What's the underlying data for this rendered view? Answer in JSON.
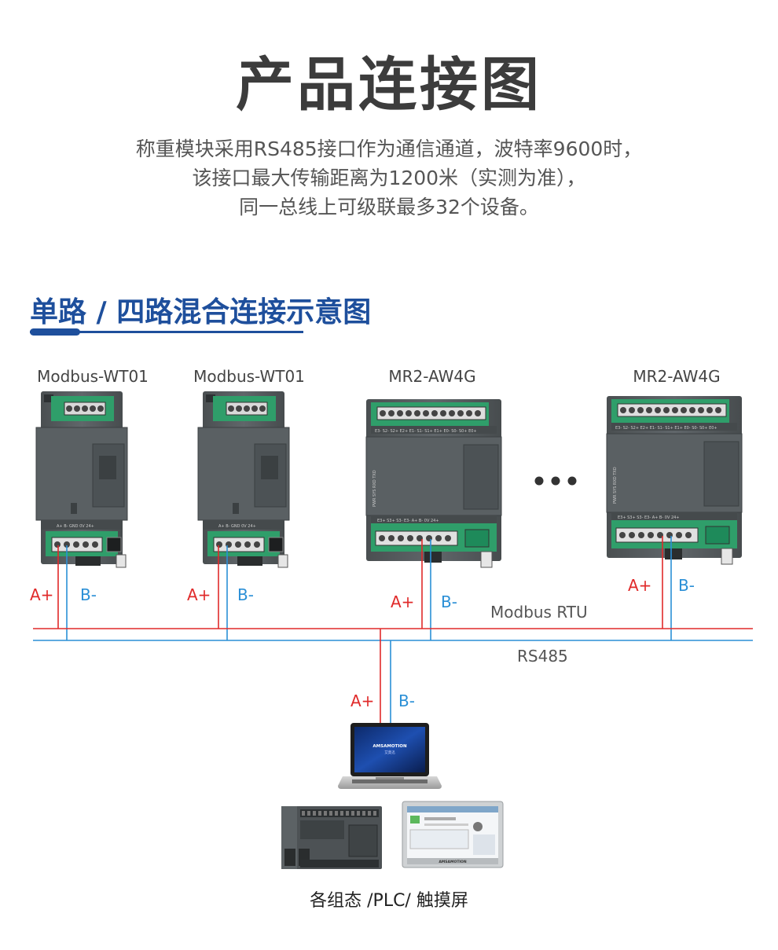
{
  "title": "产品连接图",
  "description": [
    "称重模块采用RS485接口作为通信通道，波特率9600时，",
    "该接口最大传输距离为1200米（实测为准），",
    "同一总线上可级联最多32个设备。"
  ],
  "section_title": "单路 / 四路混合连接示意图",
  "devices": [
    {
      "label": "Modbus-WT01",
      "type": "wt01"
    },
    {
      "label": "Modbus-WT01",
      "type": "wt01"
    },
    {
      "label": "MR2-AW4G",
      "type": "aw4g"
    },
    {
      "label": "MR2-AW4G",
      "type": "aw4g"
    }
  ],
  "ellipsis": "•••",
  "wires": {
    "a_label": "A+",
    "b_label": "B-"
  },
  "bus": {
    "protocol": "Modbus RTU",
    "interface": "RS485"
  },
  "terminal_labels": {
    "wt01": [
      "A+",
      "B-",
      "GND",
      "0V",
      "24+"
    ],
    "aw4g_top": [
      "E3-",
      "S2-",
      "S2+",
      "E2+",
      "E1-",
      "S1-",
      "S1+",
      "E1+",
      "E0-",
      "S0-",
      "S0+",
      "E0+"
    ],
    "aw4g_bottom": [
      "E3+",
      "S3+",
      "S3-",
      "E3-",
      "A+",
      "B-",
      "0V",
      "24+"
    ],
    "aw4g_leds": [
      "PWR",
      "SYS",
      "RXD",
      "TXD"
    ]
  },
  "computer_brand": "AMSAMOTION",
  "computer_brand_sub": "艾莫迅",
  "hmi_brand": "AMSAMOTION",
  "bottom_label": "各组态 /PLC/ 触摸屏",
  "colors": {
    "a_wire": "#e02a2a",
    "b_wire": "#2a8fd6",
    "accent": "#1e4f9c",
    "module_body": "#555a5c"
  }
}
